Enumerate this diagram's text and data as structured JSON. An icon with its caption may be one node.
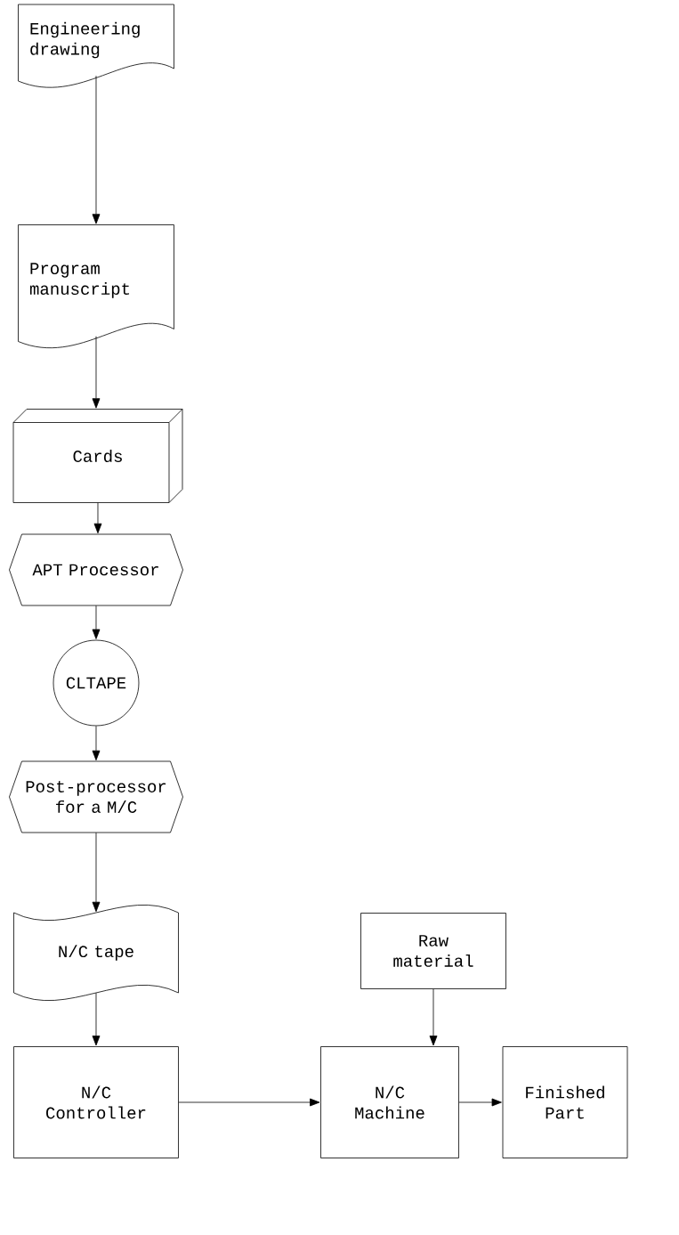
{
  "diagram": {
    "nodes": [
      {
        "text": [
          "Engineering drawing"
        ]
      },
      {
        "text": [
          "Program manuscript"
        ]
      },
      {
        "text": [
          "Cards"
        ]
      },
      {
        "text": [
          "APT Processor"
        ]
      },
      {
        "text": [
          "CLTAPE"
        ]
      },
      {
        "text": [
          "Post-processor for a M/C"
        ]
      },
      {
        "text": [
          "N/C tape"
        ]
      },
      {
        "text": [
          "Raw material"
        ]
      },
      {
        "text": [
          "N/C Controller"
        ]
      },
      {
        "text": [
          "N/C Machine"
        ]
      },
      {
        "text": [
          "Finished Part"
        ]
      }
    ],
    "edges": [
      {
        "from": 0,
        "to": 1,
        "arrow": "to"
      },
      {
        "from": 1,
        "to": 2,
        "arrow": "to"
      },
      {
        "from": 2,
        "to": 3,
        "arrow": "to"
      },
      {
        "from": 3,
        "to": 4,
        "arrow": "to"
      },
      {
        "from": 4,
        "to": 5,
        "arrow": "to"
      },
      {
        "from": 5,
        "to": 6,
        "arrow": "to"
      },
      {
        "from": 6,
        "to": 8,
        "arrow": "to"
      },
      {
        "from": 7,
        "to": 9,
        "arrow": "to"
      },
      {
        "from": 8,
        "to": 9,
        "arrow": "to"
      },
      {
        "from": 9,
        "to": 10,
        "arrow": "to"
      }
    ]
  }
}
